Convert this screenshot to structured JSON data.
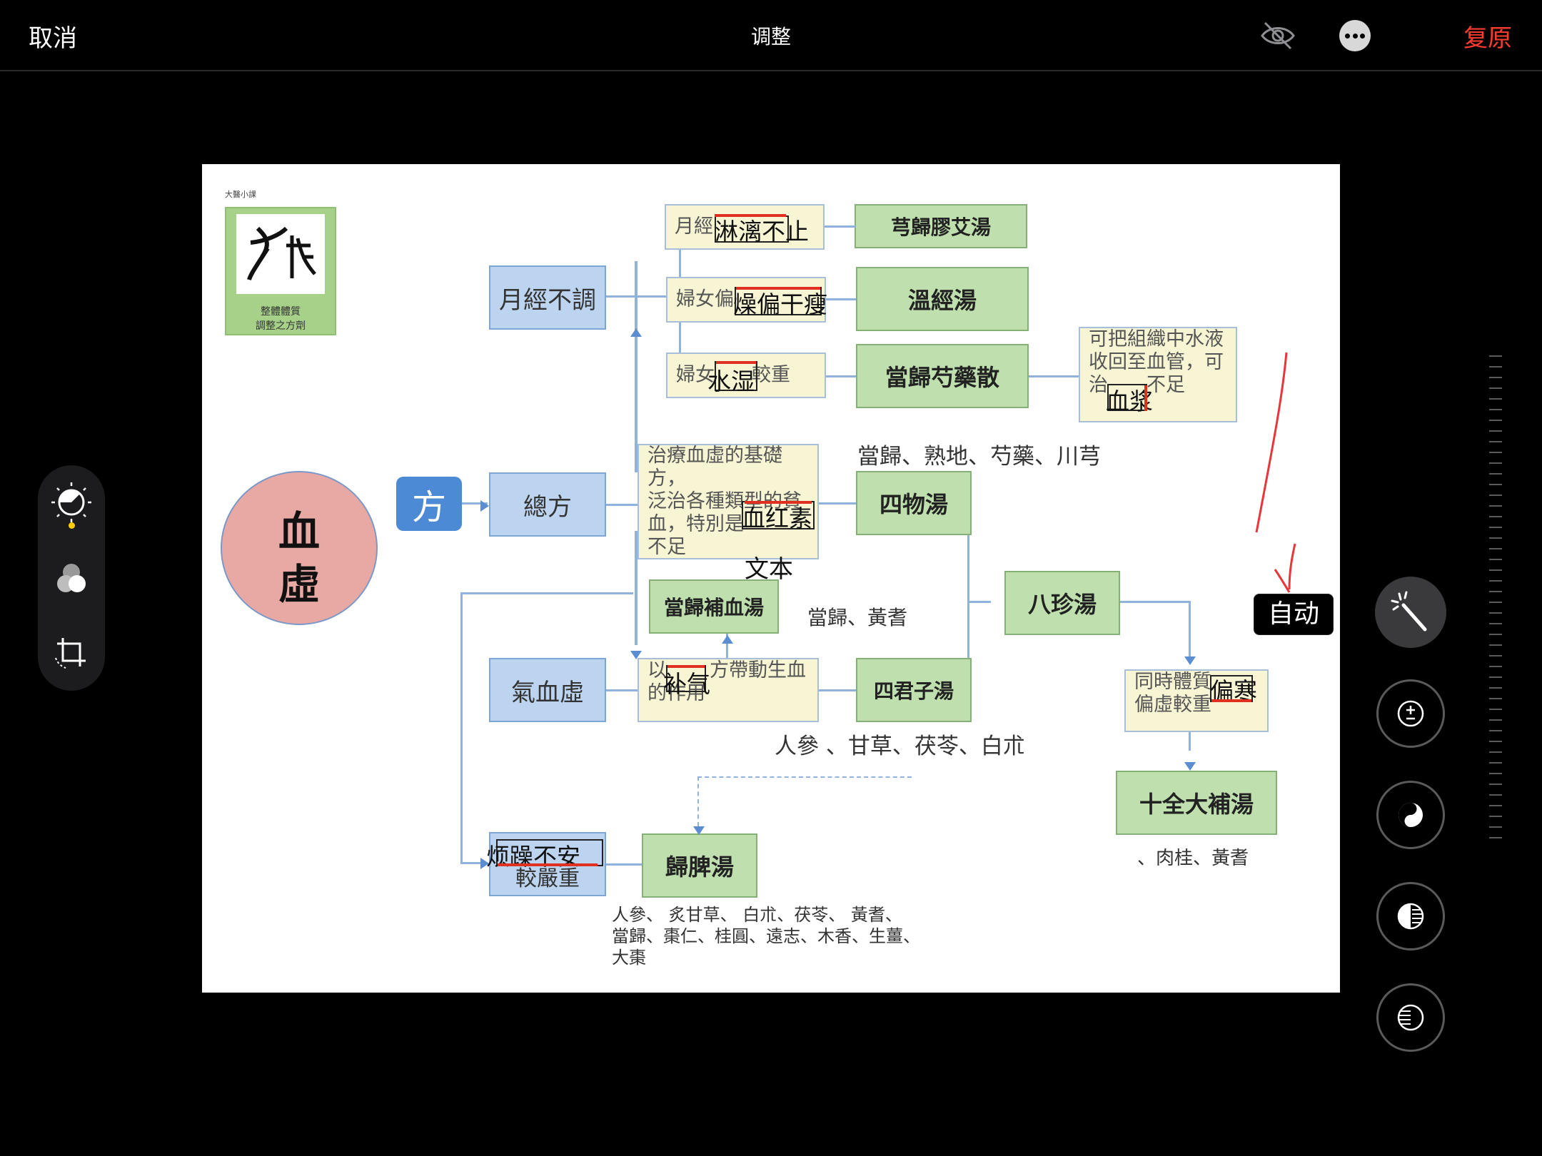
{
  "topbar": {
    "cancel_label": "取消",
    "title": "调整",
    "revert_label": "复原",
    "hide_icon": "eye-slash-icon",
    "more_icon": "ellipsis-icon",
    "revert_color": "#ff3b30"
  },
  "left_tools": [
    {
      "name": "adjust",
      "icon": "adjust-dial-icon",
      "selected": true
    },
    {
      "name": "filters",
      "icon": "filters-icon"
    },
    {
      "name": "crop",
      "icon": "crop-rotate-icon"
    }
  ],
  "right_tools": {
    "auto_label": "自动",
    "items": [
      {
        "name": "auto",
        "icon": "magic-wand-icon"
      },
      {
        "name": "exposure",
        "icon": "exposure-icon"
      },
      {
        "name": "brilliance",
        "icon": "brilliance-icon"
      },
      {
        "name": "highlights",
        "icon": "highlights-icon"
      },
      {
        "name": "shadows",
        "icon": "shadows-icon"
      }
    ]
  },
  "document": {
    "logo": {
      "top_text": "大醫小課",
      "caption_line1": "整體體質",
      "caption_line2": "調整之方劑"
    },
    "main_circle": {
      "line1": "血",
      "line2": "虛"
    },
    "fang_label": "方",
    "blue_boxes": {
      "yuejing": "月經不調",
      "zongfang": "總方",
      "qixue": "氣血虛",
      "fanzao_line2": "較嚴重"
    },
    "yellow_boxes": {
      "menstrual": "月經",
      "women_thin": "婦女偏",
      "women_water_a": "婦女",
      "women_water_b": "較重",
      "base_line1": "治療血虛的基礎方，",
      "base_line2": "泛治各種類型的貧",
      "base_line3": "血，特別是",
      "base_line4": "不足",
      "buqi_a": "以",
      "buqi_b": "方帶動生血",
      "buqi_line2": "的作用",
      "plasma_line1": "可把組織中水液",
      "plasma_line2": "收回至血管，可",
      "plasma_a": "治",
      "plasma_b": "不足",
      "body_line1": "同時體質",
      "body_line2": "偏虛較重"
    },
    "green_boxes": {
      "xiongui": "芎歸膠艾湯",
      "wenjing": "溫經湯",
      "danggui_shaoyao": "當歸芍藥散",
      "siwu": "四物湯",
      "danggui_buxue": "當歸補血湯",
      "sijunzi": "四君子湯",
      "bazhen": "八珍湯",
      "shiquan": "十全大補湯",
      "guipi": "歸脾湯"
    },
    "notes": {
      "siwu_herbs": "當歸、熟地、芍藥、川芎",
      "wenben": "文本",
      "buxue_herbs": "當歸、黃耆",
      "sijunzi_herbs": "人參 、甘草、茯苓、白朮",
      "shiquan_herbs": "、肉桂、黃耆",
      "guipi_line1": "人參、 炙甘草、 白朮、茯苓、 黃耆、",
      "guipi_line2": "當歸、棗仁、桂圓、遠志、木香、生薑、",
      "guipi_line3": "大棗"
    },
    "overlays": {
      "linli": "淋漓不止",
      "zaopian": "燥偏干瘦",
      "shuishi": "水湿",
      "xuehong": "血红素",
      "buqi": "补气",
      "xuejiang": "血浆",
      "pianhan": "偏寒",
      "fanzao": "烦躁不安"
    }
  }
}
